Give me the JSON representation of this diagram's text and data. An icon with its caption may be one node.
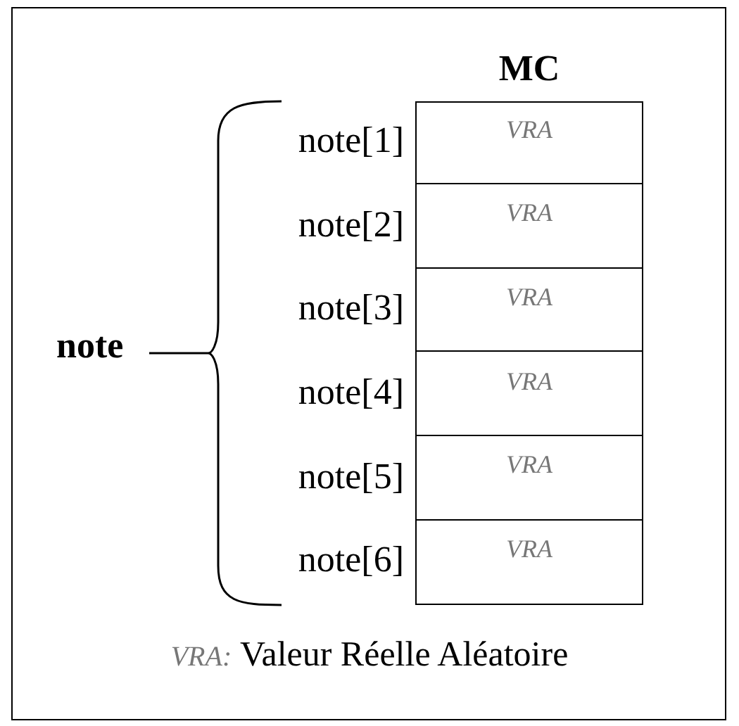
{
  "diagram": {
    "nodes": [
      {
        "text": [
          "MC"
        ]
      },
      {
        "text": [
          "VRA"
        ],
        "in": 0
      },
      {
        "text": [
          "VRA"
        ],
        "in": 0
      },
      {
        "text": [
          "VRA"
        ],
        "in": 0
      },
      {
        "text": [
          "VRA"
        ],
        "in": 0
      },
      {
        "text": [
          "VRA"
        ],
        "in": 0
      },
      {
        "text": [
          "VRA"
        ],
        "in": 0
      }
    ],
    "labels": [
      "note[1]",
      "note[2]",
      "note[3]",
      "note",
      "note[4]",
      "note[5]",
      "note[6]",
      "*VRA:* Valeur Réelle Aléatoire"
    ]
  }
}
